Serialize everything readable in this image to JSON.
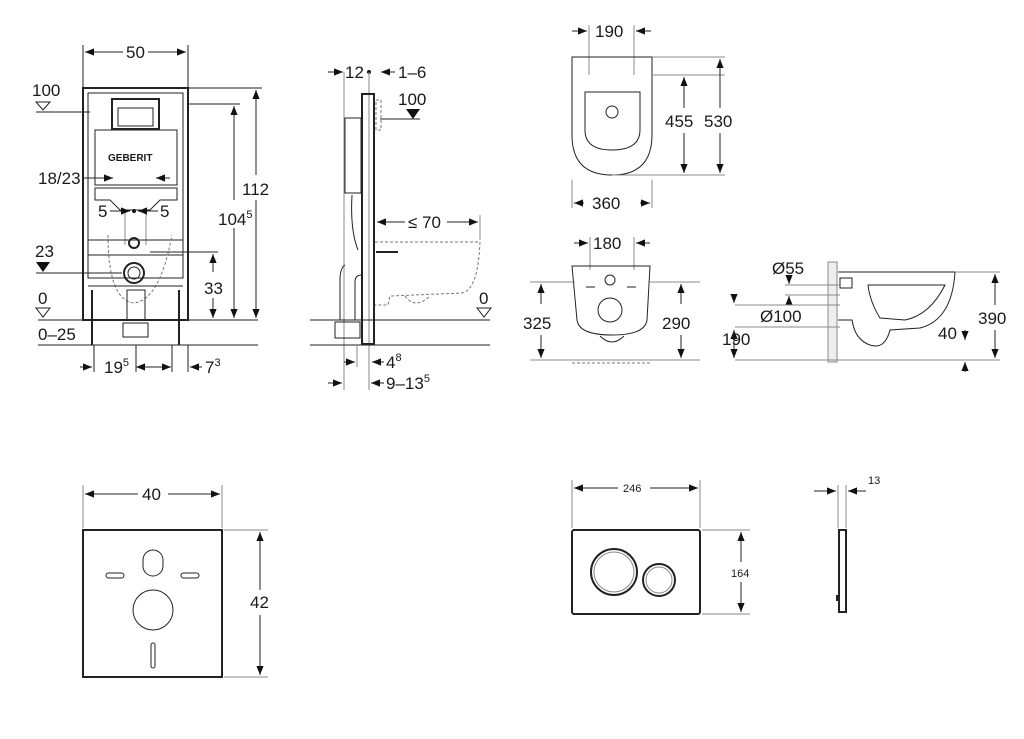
{
  "frame_front": {
    "width": "50",
    "level_top": "100",
    "flush_spacing": "18/23",
    "offset_left": "5",
    "offset_right": "5",
    "level_23": "23",
    "level_0": "0",
    "floor_range": "0–25",
    "height_total": "112",
    "height_flush": "104",
    "height_flush_sup": "5",
    "height_drain": "33",
    "foot_left": "19",
    "foot_left_sup": "5",
    "foot_right": "7",
    "foot_right_sup": "3",
    "brand": "GEBERIT"
  },
  "frame_side": {
    "depth": "12",
    "offset": "1–6",
    "level_top": "100",
    "bowl_projection": "≤ 70",
    "level_0": "0",
    "wall_gap": "4",
    "wall_gap_sup": "8",
    "wall_range": "9–13",
    "wall_range_sup": "5"
  },
  "bowl_top": {
    "mount_spacing": "190",
    "inner_length": "455",
    "total_length": "530",
    "width": "360"
  },
  "bowl_front": {
    "mount_spacing": "180",
    "height_left": "325",
    "height_right": "290"
  },
  "bowl_side": {
    "inlet": "Ø55",
    "outlet": "Ø100",
    "outlet_height": "190",
    "rim_offset": "40",
    "height": "390"
  },
  "sound_plate": {
    "width": "40",
    "height": "42"
  },
  "flush_plate": {
    "width": "246",
    "height": "164",
    "depth": "13"
  }
}
